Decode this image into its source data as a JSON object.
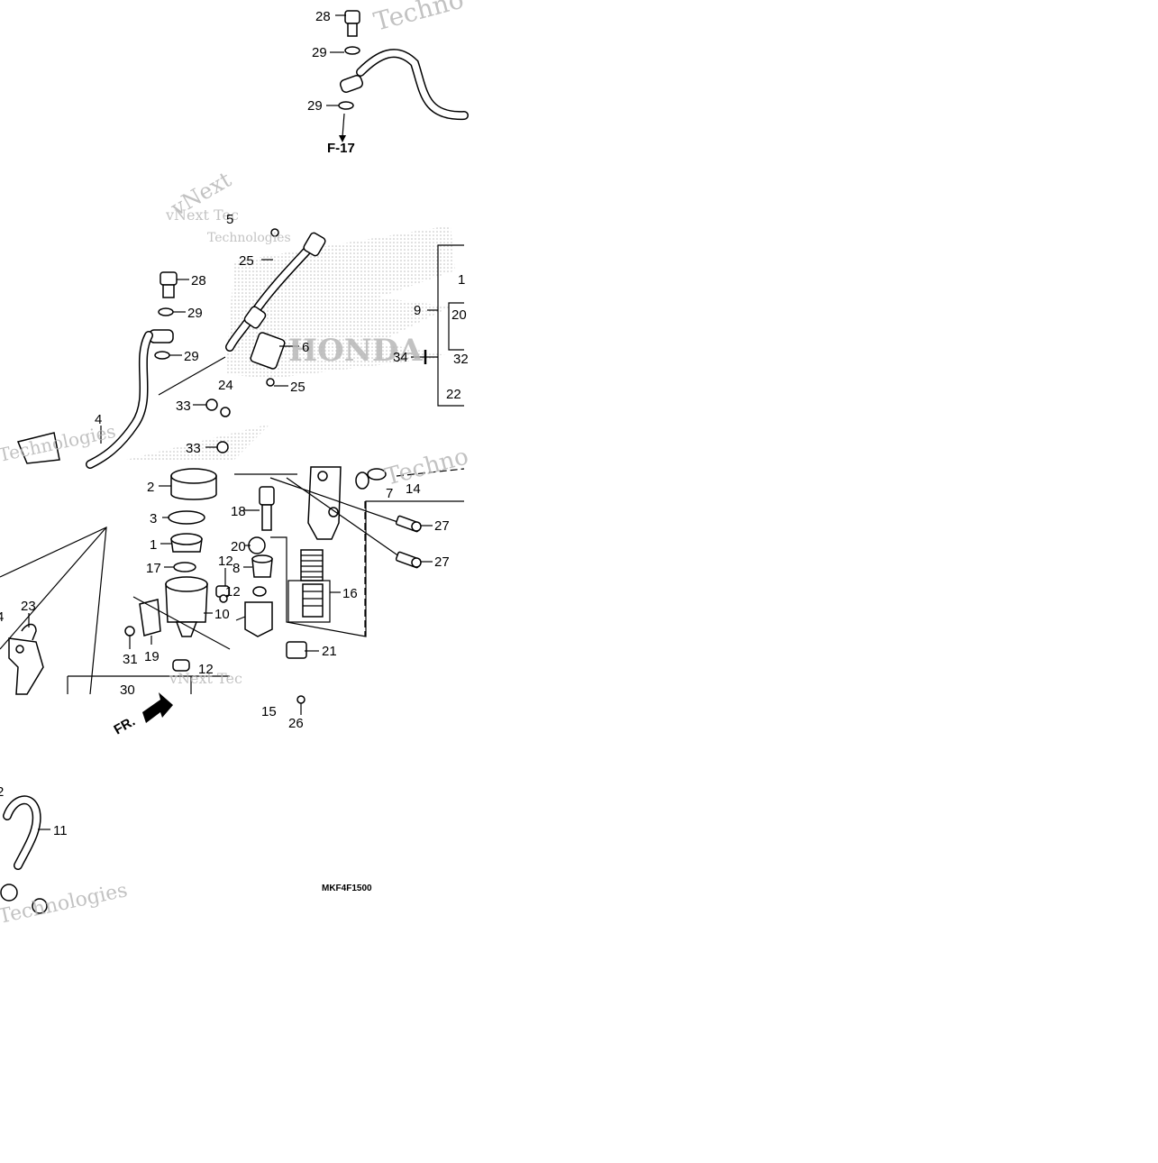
{
  "diagram": {
    "reference_arrow": "F-17",
    "direction_arrow": "FR.",
    "diagram_code": "MKF4F1500",
    "watermarks": [
      "Techno",
      "vNext Tec",
      "Technologies",
      "Techno",
      "vNext Tec",
      "Technologies",
      "vNext",
      "Technologies"
    ],
    "brand_watermark": "HONDA",
    "part_labels": [
      "28",
      "29",
      "29",
      "5",
      "25",
      "28",
      "29",
      "29",
      "4",
      "33",
      "24",
      "33",
      "6",
      "25",
      "9",
      "1",
      "20",
      "34",
      "32",
      "22",
      "2",
      "3",
      "1",
      "17",
      "18",
      "20",
      "12",
      "8",
      "12",
      "10",
      "23",
      "4",
      "19",
      "31",
      "30",
      "12",
      "15",
      "26",
      "7",
      "14",
      "27",
      "27",
      "16",
      "21",
      "2",
      "11"
    ],
    "colors": {
      "line": "#000000",
      "watermark": "#b8b8b8",
      "background": "#ffffff"
    }
  }
}
